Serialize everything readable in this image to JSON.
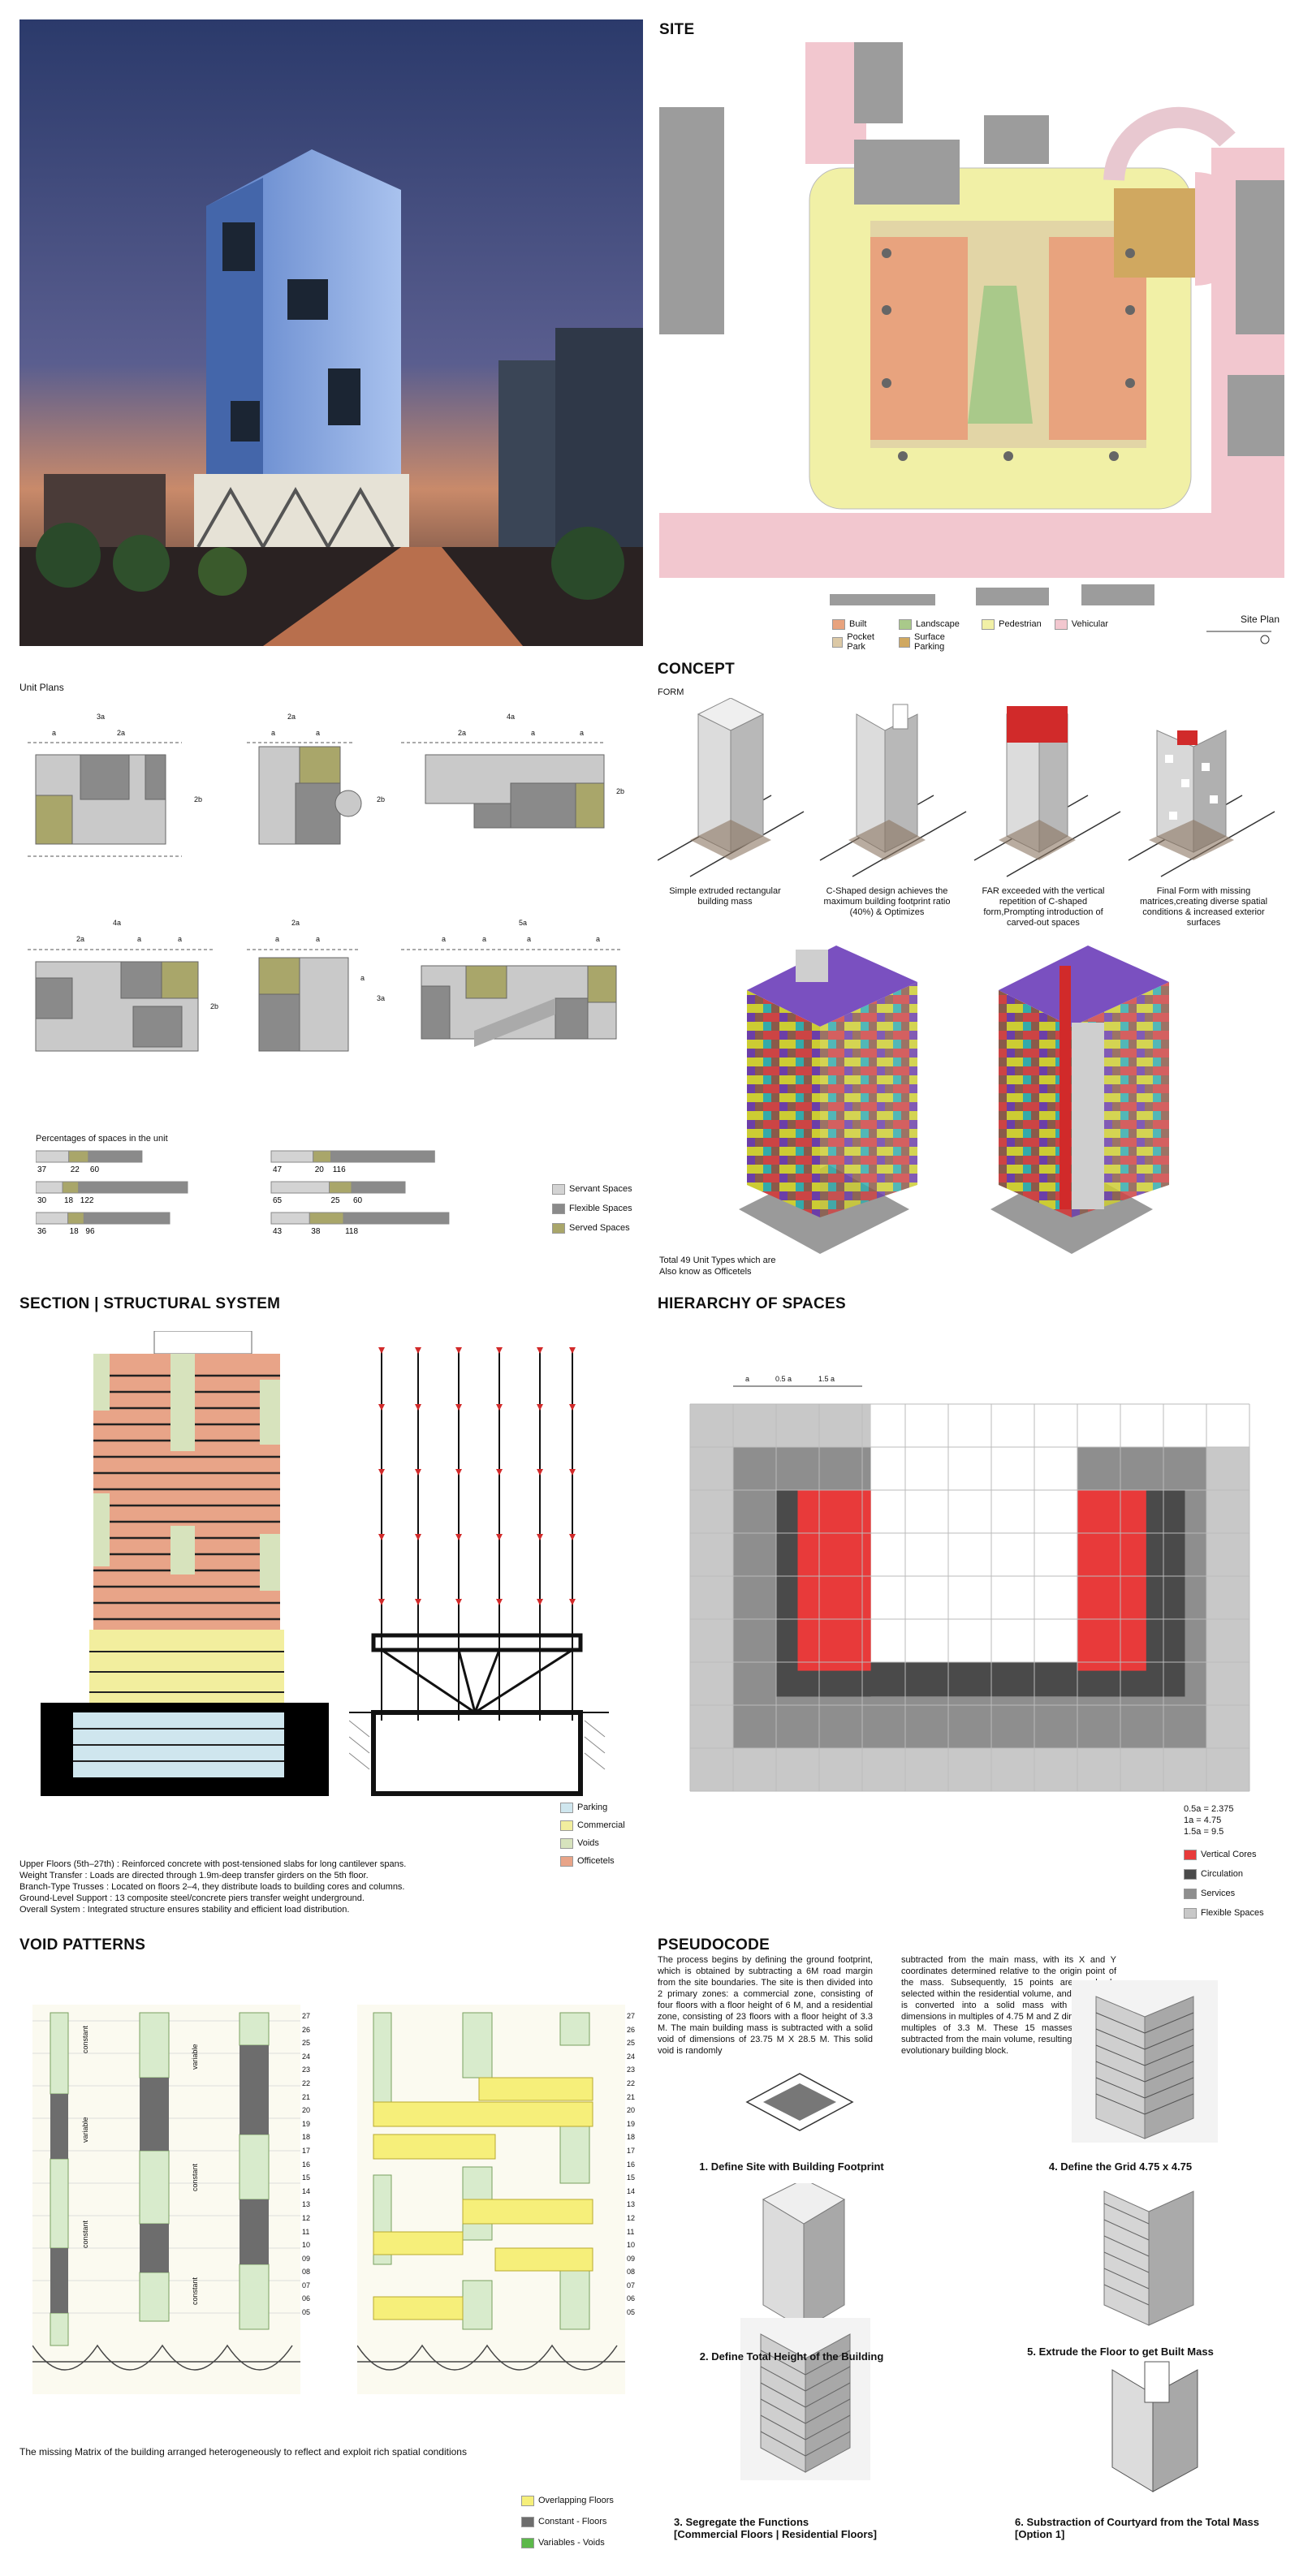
{
  "sections": {
    "site": "SITE",
    "unit_plans": "Unit Plans",
    "concept": "CONCEPT",
    "form": "FORM",
    "section": "SECTION | STRUCTURAL SYSTEM",
    "hierarchy": "HIERARCHY OF SPACES",
    "void": "VOID PATTERNS",
    "pseudocode": "PSEUDOCODE"
  },
  "site_legend": {
    "title": "Site Plan",
    "items": [
      {
        "label": "Built",
        "color": "#e8a37e"
      },
      {
        "label": "Landscape",
        "color": "#a9c98a"
      },
      {
        "label": "Pedestrian",
        "color": "#f1f0a6"
      },
      {
        "label": "Vehicular",
        "color": "#f2c7cf"
      },
      {
        "label": "Pocket Park",
        "color": "#dcc9a6"
      },
      {
        "label": "Surface Parking",
        "color": "#d0a860"
      }
    ]
  },
  "unit_plan_labels": {
    "dims": [
      "3a",
      "a",
      "2a",
      "2a",
      "a",
      "a",
      "4a",
      "2a",
      "a",
      "a",
      "2b",
      "2b",
      "2b",
      "4a",
      "2a",
      "a",
      "a",
      "2a",
      "a",
      "a",
      "5a",
      "a",
      "a",
      "a",
      "a",
      "2b",
      "3a",
      "a"
    ]
  },
  "percentages": {
    "title": "Percentages of spaces in the unit",
    "bars": [
      {
        "values": [
          "37",
          "22",
          "60"
        ]
      },
      {
        "values": [
          "47",
          "20",
          "116"
        ]
      },
      {
        "values": [
          "30",
          "18",
          "122"
        ]
      },
      {
        "values": [
          "65",
          "25",
          "60"
        ]
      },
      {
        "values": [
          "36",
          "18",
          "96"
        ]
      },
      {
        "values": [
          "43",
          "38",
          "118"
        ]
      }
    ],
    "legend": [
      {
        "label": "Servant Spaces",
        "color": "#d3d3d3"
      },
      {
        "label": "Flexible Spaces",
        "color": "#8a8a8a"
      },
      {
        "label": "Served Spaces",
        "color": "#a9a66a"
      }
    ]
  },
  "concept_steps": [
    "Simple extruded rectangular building mass",
    "C-Shaped design achieves the maximum building footprint ratio (40%) & Optimizes",
    "FAR exceeded with the vertical repetition of C-shaped form,Prompting introduction of carved-out spaces",
    "Final Form with missing matrices,creating diverse spatial conditions & increased exterior surfaces"
  ],
  "concept_note": "Total 49 Unit Types which are Also know as Officetels",
  "section_legend": [
    {
      "label": "Parking",
      "color": "#cfe6ee"
    },
    {
      "label": "Commercial",
      "color": "#f2ee9e"
    },
    {
      "label": "Voids",
      "color": "#d7e3bd"
    },
    {
      "label": "Officetels",
      "color": "#e8a488"
    }
  ],
  "structure_notes": [
    "Upper Floors (5th–27th) : Reinforced concrete with post-tensioned slabs for long cantilever spans.",
    "Weight Transfer : Loads are directed through 1.9m-deep transfer girders on the 5th floor.",
    "Branch-Type Trusses : Located on floors 2–4, they distribute loads to building cores and columns.",
    "Ground-Level Support : 13 composite steel/concrete piers transfer weight underground.",
    "Overall System : Integrated structure ensures stability and efficient load distribution."
  ],
  "hierarchy": {
    "dims_top": [
      "a",
      "0.5 a",
      "1.5 a"
    ],
    "values": [
      {
        "k": "0.5a",
        "v": "2.375"
      },
      {
        "k": "1a",
        "v": "4.75"
      },
      {
        "k": "1.5a",
        "v": "9.5"
      }
    ],
    "legend": [
      {
        "label": "Vertical Cores",
        "color": "#e83a3a"
      },
      {
        "label": "Circulation",
        "color": "#4a4a4a"
      },
      {
        "label": "Services",
        "color": "#8e8e8e"
      },
      {
        "label": "Flexible Spaces",
        "color": "#c8c8c8"
      }
    ]
  },
  "void_patterns": {
    "labels_left": [
      "constant",
      "variable",
      "constant",
      "variable",
      "constant",
      "constant"
    ],
    "caption": "The missing Matrix of the building arranged heterogeneously to reflect and exploit rich spatial conditions",
    "legend": [
      {
        "label": "Overlapping Floors",
        "color": "#f6ef7a"
      },
      {
        "label": "Constant - Floors",
        "color": "#6d6d6d"
      },
      {
        "label": "Variables - Voids",
        "color": "#5cb84a"
      }
    ],
    "floors": [
      "27",
      "26",
      "25",
      "24",
      "23",
      "22",
      "21",
      "20",
      "19",
      "18",
      "17",
      "16",
      "15",
      "14",
      "13",
      "12",
      "11",
      "10",
      "09",
      "08",
      "07",
      "06",
      "05"
    ]
  },
  "pseudocode": {
    "para1": "The process begins by defining the ground footprint, which is obtained by subtracting a 6M road margin from the site boundaries. The site is then divided into 2 primary zones: a commercial zone, consisting of four floors with a floor height of 6 M, and a residential zone, consisting of 23 floors with a floor height of 3.3 M. The main building mass is subtracted with a solid void of dimensions of 23.75 M X 28.5 M. This solid void is randomly",
    "para2": "subtracted from the main mass, with its X and Y coordinates determined relative to the origin point of the mass. Subsequently, 15 points are randomly selected within the residential volume, and each point is converted into a solid mass with X and Y dimensions in multiples of 4.75 M and Z dimensions in multiples of 3.3 M. These 15 masses are then subtracted from the main volume, resulting in the final evolutionary building block.",
    "steps": [
      "1. Define Site with Building Footprint",
      "2. Define Total Height of the Building",
      "3. Segregate the Functions\n[Commercial Floors | Residential Floors]",
      "4. Define the Grid 4.75 x 4.75",
      "5. Extrude the Floor to get Built Mass",
      "6. Substraction of Courtyard from the Total Mass\n[Option 1]"
    ]
  }
}
